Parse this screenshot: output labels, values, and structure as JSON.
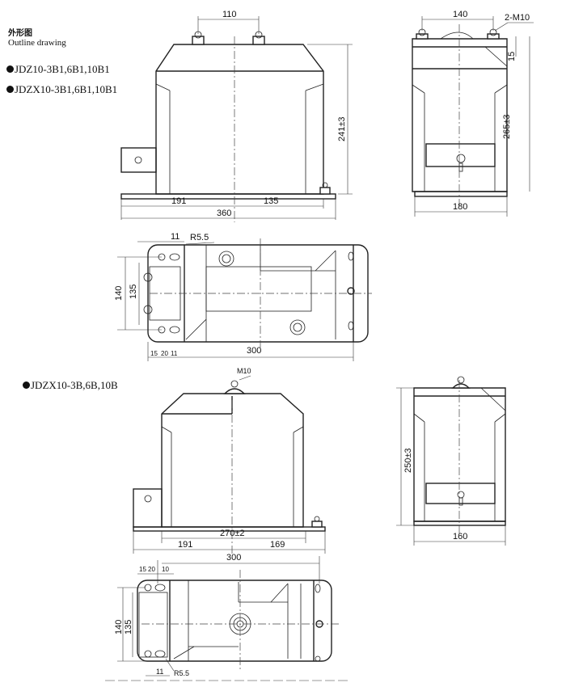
{
  "header": {
    "title_cn": "外形图",
    "title_en": "Outline drawing"
  },
  "models": [
    "JDZ10-3B1,6B1,10B1",
    "JDZX10-3B1,6B1,10B1",
    "JDZX10-3B,6B,10B"
  ],
  "view1": {
    "front": {
      "terminal_spacing": "110",
      "height": "241±3",
      "left": "191",
      "right": "135",
      "total": "360"
    },
    "side": {
      "terminal_spacing": "140",
      "thread": "2-M10",
      "top": "15",
      "height": "265±3",
      "width": "180"
    },
    "plan": {
      "hole": "11",
      "radius": "R5.5",
      "outer": "140",
      "inner": "135",
      "length": "300",
      "d1": "15",
      "d2": "20",
      "d3": "11"
    }
  },
  "view2": {
    "front": {
      "thread": "M10",
      "mount": "270±2",
      "left": "191",
      "right": "169"
    },
    "side": {
      "height": "250±3",
      "width": "160"
    },
    "plan": {
      "length": "300",
      "d1": "15",
      "d2": "20",
      "d3": "10",
      "outer": "140",
      "inner": "135",
      "hole": "11",
      "radius": "R5.5"
    }
  }
}
